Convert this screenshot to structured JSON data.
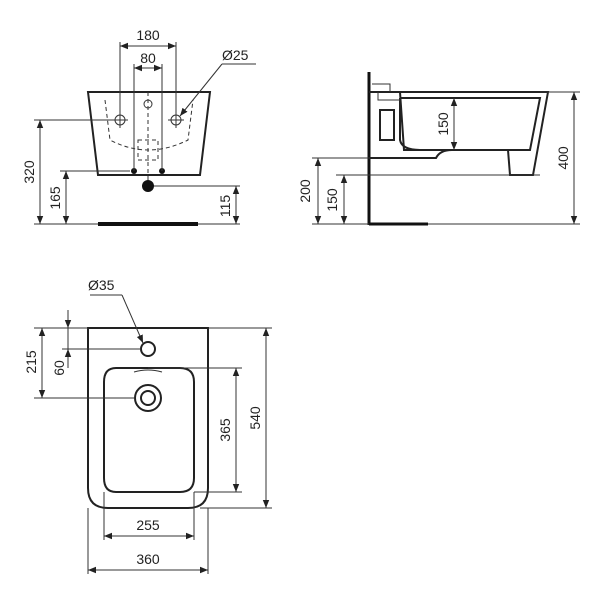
{
  "front_view": {
    "dim_width_outer": "180",
    "dim_width_inner": "80",
    "dim_hole": "Ø25",
    "dim_height_total": "320",
    "dim_height_mid": "165",
    "dim_height_right": "115"
  },
  "side_view": {
    "dim_depth_inner": "150",
    "dim_height_total": "400",
    "dim_height_left": "200",
    "dim_height_left_inner": "150"
  },
  "top_view": {
    "dim_tap_hole": "Ø35",
    "dim_offset_total": "215",
    "dim_offset_small": "60",
    "dim_bowl_length": "365",
    "dim_total_length": "540",
    "dim_bowl_width": "255",
    "dim_total_width": "360"
  }
}
